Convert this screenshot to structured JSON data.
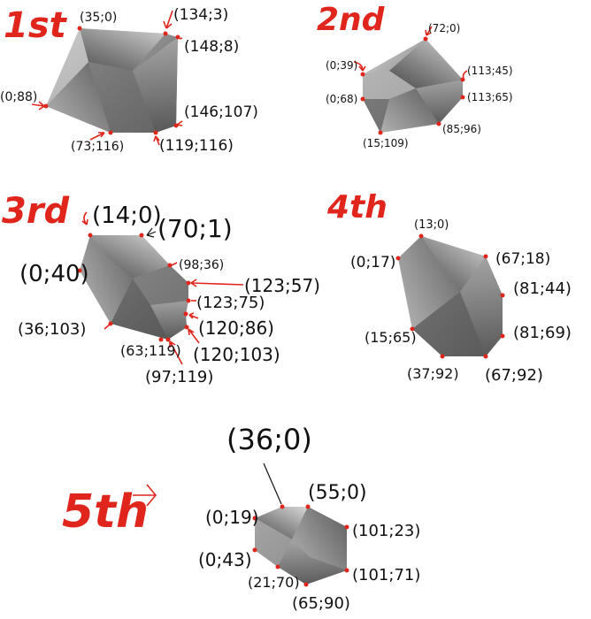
{
  "shapes": [
    {
      "title": "1st",
      "labels": [
        "(35;0)",
        "(134;3)",
        "(148;8)",
        "(0;88)",
        "(146;107)",
        "(73;116)",
        "(119;116)"
      ]
    },
    {
      "title": "2nd",
      "labels": [
        "(72;0)",
        "(0;39)",
        "(113;45)",
        "(0;68)",
        "(113;65)",
        "(85;96)",
        "(15;109)"
      ]
    },
    {
      "title": "3rd",
      "labels": [
        "(14;0)",
        "(70;1)",
        "(0;40)",
        "(98;36)",
        "(123;57)",
        "(123;75)",
        "(36;103)",
        "(120;86)",
        "(63;119)",
        "(120;103)",
        "(97;119)"
      ]
    },
    {
      "title": "4th",
      "labels": [
        "(13;0)",
        "(0;17)",
        "(67;18)",
        "(81;44)",
        "(15;65)",
        "(81;69)",
        "(37;92)",
        "(67;92)"
      ]
    },
    {
      "title": "5th",
      "labels": [
        "(36;0)",
        "(55;0)",
        "(0;19)",
        "(101;23)",
        "(0;43)",
        "(21;70)",
        "(101;71)",
        "(65;90)"
      ]
    }
  ],
  "colors": {
    "title": "#e0261c",
    "vertex": "#e0261c",
    "arrow": "#e0261c",
    "ink": "#111111",
    "shape_dark": "#4a4a4a",
    "shape_mid": "#8a8a8a",
    "shape_light": "#d0d0d0"
  }
}
